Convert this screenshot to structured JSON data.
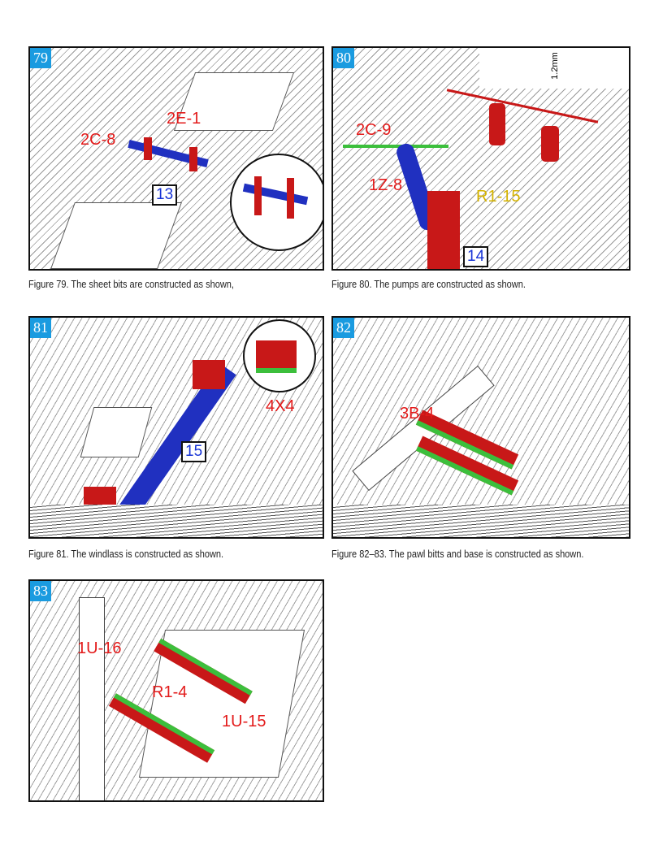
{
  "figures": [
    {
      "number": "79",
      "caption": "Figure 79.  The sheet bits are constructed as shown,",
      "labels": [
        "2E-1",
        "2C-8"
      ],
      "part_number": "13"
    },
    {
      "number": "80",
      "caption": "Figure 80. The pumps are constructed as shown.",
      "labels": [
        "2C-9",
        "1Z-8",
        "R1-15"
      ],
      "dimension": "1.2mm",
      "part_number": "14"
    },
    {
      "number": "81",
      "caption": "Figure 81. The windlass is constructed as shown.",
      "labels": [
        "4X4"
      ],
      "part_number": "15"
    },
    {
      "number": "82",
      "caption": "Figure 82–83. The pawl bitts and base is constructed as shown.",
      "labels": [
        "3B-4"
      ]
    },
    {
      "number": "83",
      "labels": [
        "1U-16",
        "R1-4",
        "1U-15"
      ]
    }
  ],
  "colors": {
    "badge": "#1a9be0",
    "red_part": "#c81818",
    "blue_part": "#2030c0",
    "green_part": "#3cbf3c",
    "label_red": "#e31b1b",
    "label_yellow": "#d4b300"
  }
}
